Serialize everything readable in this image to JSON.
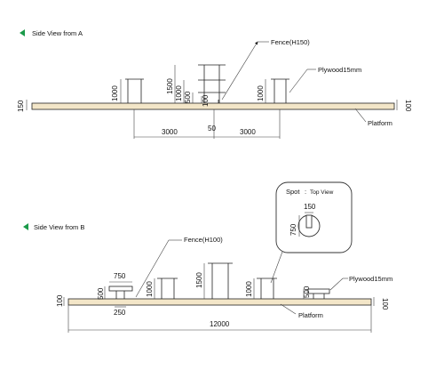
{
  "view_a": {
    "title": "Side View  from A",
    "fence_label": "Fence(H150)",
    "plywood_label": "Plywood15mm",
    "platform_label": "Platform",
    "dims": {
      "left_height": "150",
      "right_height": "100",
      "post1": "1000",
      "post2_total": "1500",
      "post2_mid": "1000",
      "post2_low": "500",
      "post3": "1000",
      "center_small": "100",
      "span_left": "3000",
      "span_right": "3000",
      "center_width": "50"
    }
  },
  "view_b": {
    "title": "Side View from B",
    "fence_label": "Fence(H100)",
    "plywood_label": "Plywood15mm",
    "platform_label": "Platform",
    "dims": {
      "left_height": "100",
      "right_height": "100",
      "table_width": "750",
      "table_height": "500",
      "table_base": "250",
      "post1": "1000",
      "post2": "1500",
      "post3": "1000",
      "right_small": "500",
      "total_length": "12000"
    }
  },
  "spot": {
    "title": "Spot",
    "subtitle": "Top View",
    "width": "150",
    "depth": "750"
  },
  "colors": {
    "marker": "#1b9a4a",
    "platform_fill": "#f3e6c8"
  }
}
